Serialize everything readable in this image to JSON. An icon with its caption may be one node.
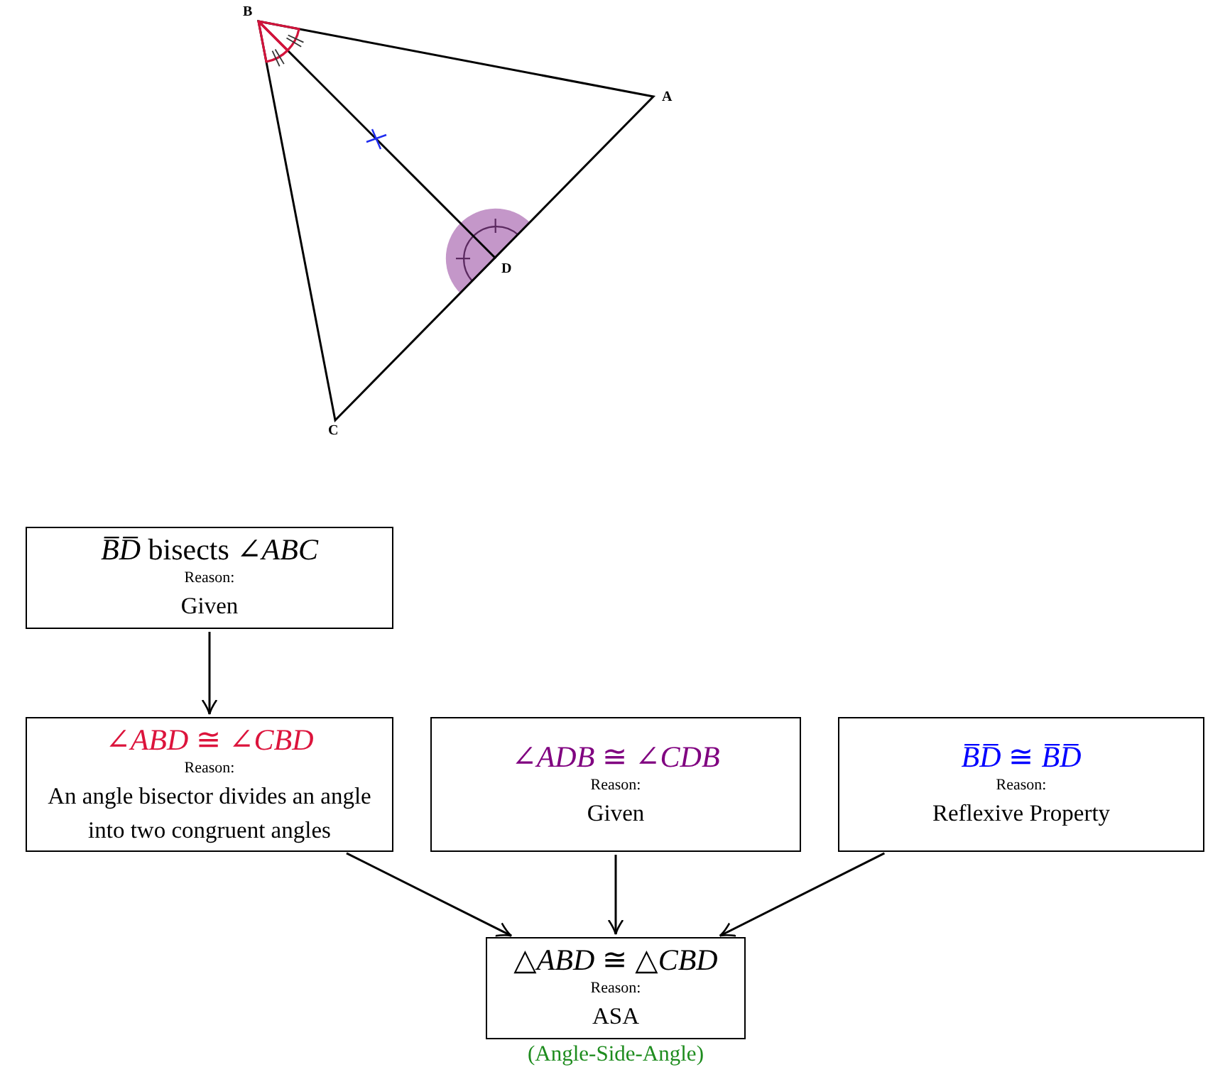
{
  "diagram": {
    "nodes": [
      {
        "text": [
          "*B̅D̅* bisects ∠*ABC*",
          "Reason:",
          "Given"
        ]
      },
      {
        "text": [
          "∠*ABD* ≅ ∠*CBD*",
          "Reason:",
          "An angle bisector divides an angle into two congruent angles"
        ]
      },
      {
        "text": [
          "∠*ADB* ≅ ∠*CDB*",
          "Reason:",
          "Given"
        ]
      },
      {
        "text": [
          "*B̅D̅* ≅ *B̅D̅*",
          "Reason:",
          "Reflexive Property"
        ]
      },
      {
        "text": [
          "△*ABD* ≅ △*CBD*",
          "Reason:",
          "ASA"
        ],
        "beside": [
          "(Angle-Side-Angle)"
        ]
      }
    ],
    "edges": [
      {
        "from": 0,
        "to": 1,
        "arrow": "to"
      },
      {
        "from": 1,
        "to": 4,
        "arrow": "to"
      },
      {
        "from": 2,
        "to": 4,
        "arrow": "to"
      },
      {
        "from": 3,
        "to": 4,
        "arrow": "to"
      }
    ],
    "labels": [
      "B",
      "A",
      "D",
      "C"
    ]
  }
}
